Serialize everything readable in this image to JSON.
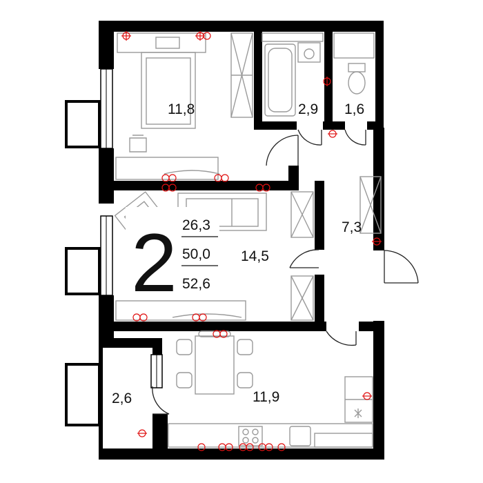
{
  "apartment": {
    "rooms_count": "2",
    "living_area": "26,3",
    "total_area": "50,0",
    "area_with_balconies": "52,6"
  },
  "rooms": {
    "bedroom": "11,8",
    "bathroom": "2,9",
    "toilet": "1,6",
    "hall": "7,3",
    "living_room": "14,5",
    "kitchen": "11,9",
    "balcony": "2,6"
  },
  "colors": {
    "wall": "#000000",
    "furniture": "#9a9a9a",
    "socket": "#e01010",
    "background": "#ffffff"
  }
}
